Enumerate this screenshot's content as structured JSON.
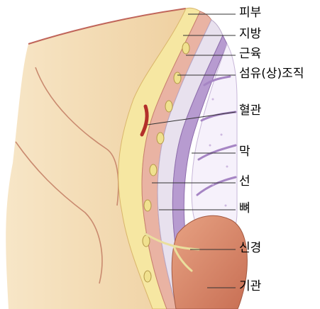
{
  "labels": {
    "skin": "피부",
    "fat": "지방",
    "muscle": "근육",
    "fibrous_tissue": "섬유(상)조직",
    "blood_vessel": "혈관",
    "membrane": "막",
    "gland": "선",
    "bone": "뼈",
    "nerve": "신경",
    "organ": "기관"
  },
  "colors": {
    "skin_surface": "#f3d9a8",
    "skin_edge": "#c0655a",
    "fat": "#f6e7a2",
    "muscle": "#e9b3a3",
    "fibrous_tissue": "#d9cfe3",
    "membrane": "#b79bd0",
    "bone_marrow": "#f6f1fb",
    "organ": "#d9876a",
    "label_line": "#333333"
  }
}
